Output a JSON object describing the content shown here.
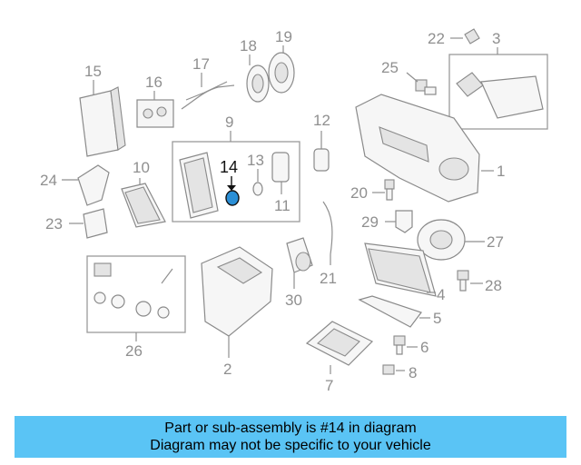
{
  "highlight_part": "14",
  "highlight_color": "#1a8fd1",
  "banner_color": "#5ac4f5",
  "labels": {
    "p1": "1",
    "p2": "2",
    "p3": "3",
    "p4": "4",
    "p5": "5",
    "p6": "6",
    "p7": "7",
    "p8": "8",
    "p9": "9",
    "p10": "10",
    "p11": "11",
    "p12": "12",
    "p13": "13",
    "p14": "14",
    "p15": "15",
    "p16": "16",
    "p17": "17",
    "p18": "18",
    "p19": "19",
    "p20": "20",
    "p21": "21",
    "p22": "22",
    "p23": "23",
    "p24": "24",
    "p25": "25",
    "p26": "26",
    "p27": "27",
    "p28": "28",
    "p29": "29",
    "p30": "30"
  },
  "banner": {
    "line1": "Part or sub-assembly is #14 in diagram",
    "line2": "Diagram may not be specific to your vehicle"
  }
}
